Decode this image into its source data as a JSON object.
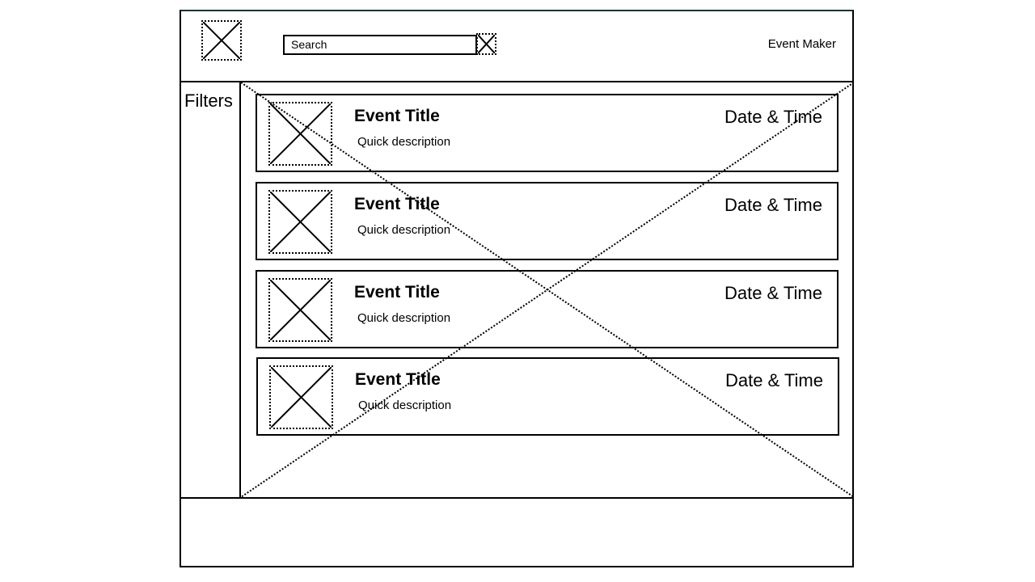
{
  "header": {
    "search_placeholder": "Search",
    "brand": "Event Maker",
    "logo_icon": "image-placeholder-icon",
    "search_button_icon": "image-placeholder-icon"
  },
  "sidebar": {
    "title": "Filters"
  },
  "events": [
    {
      "title": "Event Title",
      "description": "Quick description",
      "datetime": "Date & Time",
      "thumbnail_icon": "image-placeholder-icon"
    },
    {
      "title": "Event Title",
      "description": "Quick description",
      "datetime": "Date & Time",
      "thumbnail_icon": "image-placeholder-icon"
    },
    {
      "title": "Event Title",
      "description": "Quick description",
      "datetime": "Date & Time",
      "thumbnail_icon": "image-placeholder-icon"
    },
    {
      "title": "Event Title",
      "description": "Quick description",
      "datetime": "Date & Time",
      "thumbnail_icon": "image-placeholder-icon"
    }
  ],
  "colors": {
    "border": "#000000",
    "frame_top": "#17343a",
    "background": "#ffffff"
  }
}
